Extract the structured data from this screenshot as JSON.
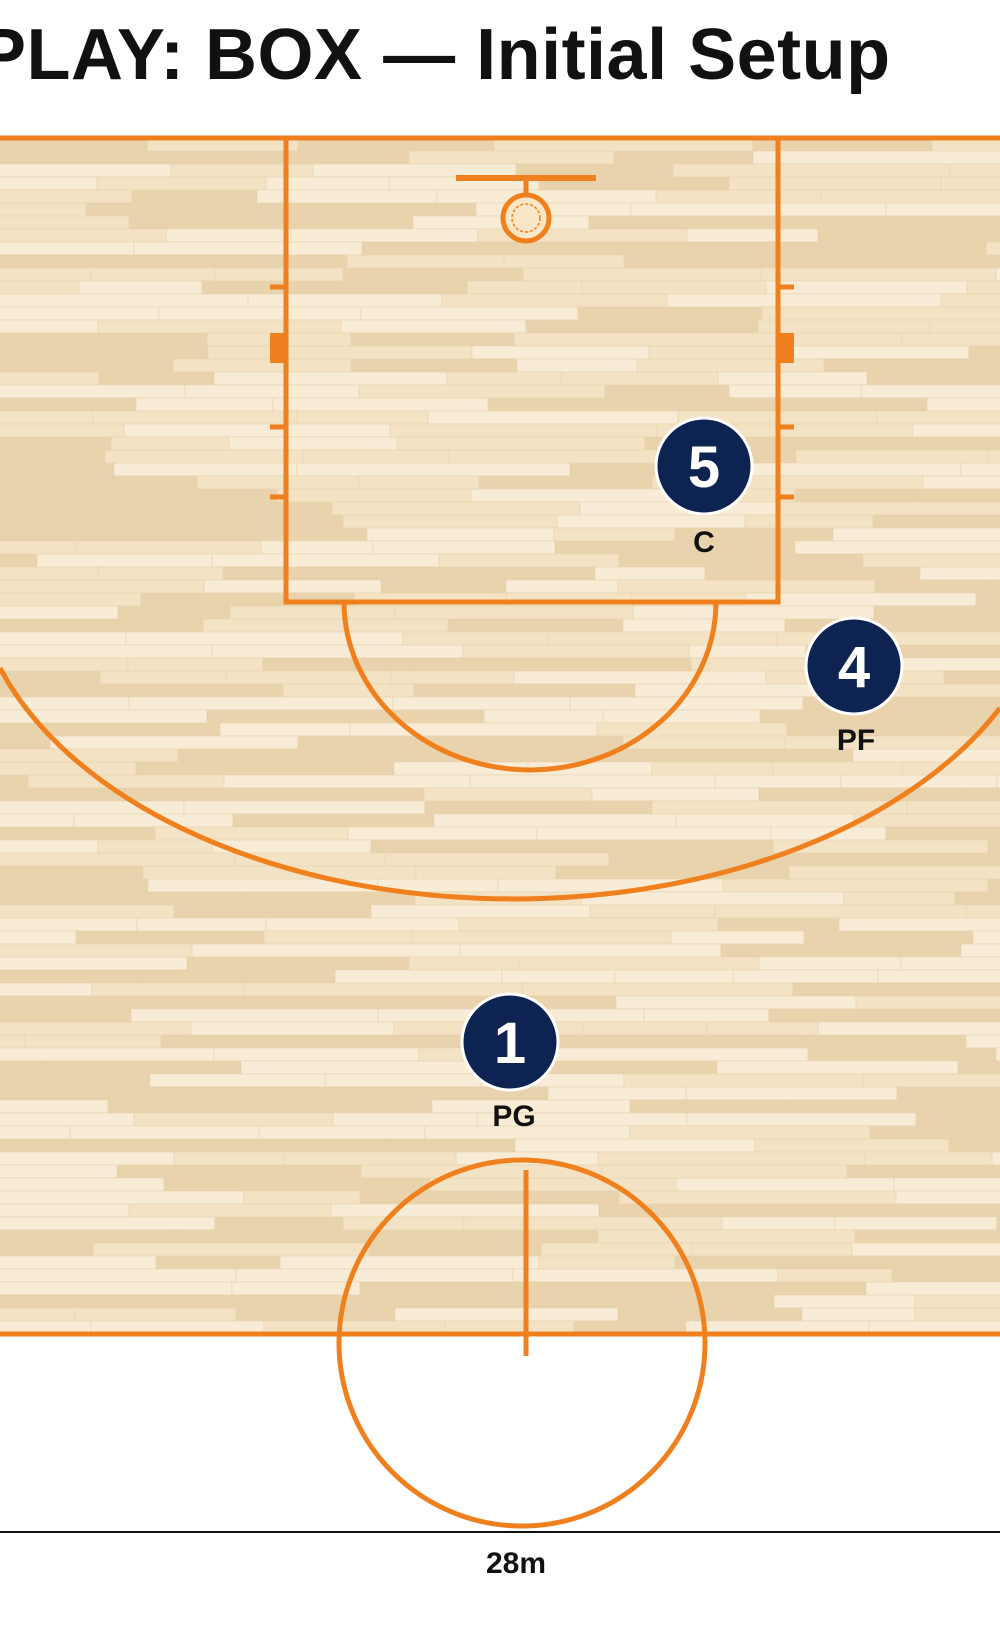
{
  "title": "PLAY: BOX — Initial Setup",
  "colors": {
    "court_line": "#f0801e",
    "floor": "#f3e2c3",
    "floor_plank_dark": "#e9d3ad",
    "floor_plank_light": "#f8ecd6",
    "player_fill": "#0d2352",
    "player_text": "#ffffff",
    "label_text": "#111111"
  },
  "players": [
    {
      "number": "5",
      "role": "C"
    },
    {
      "number": "4",
      "role": "PF"
    },
    {
      "number": "1",
      "role": "PG"
    }
  ],
  "dimension": {
    "label": "28m"
  },
  "icons": {
    "hoop": "basketball-hoop-icon"
  }
}
